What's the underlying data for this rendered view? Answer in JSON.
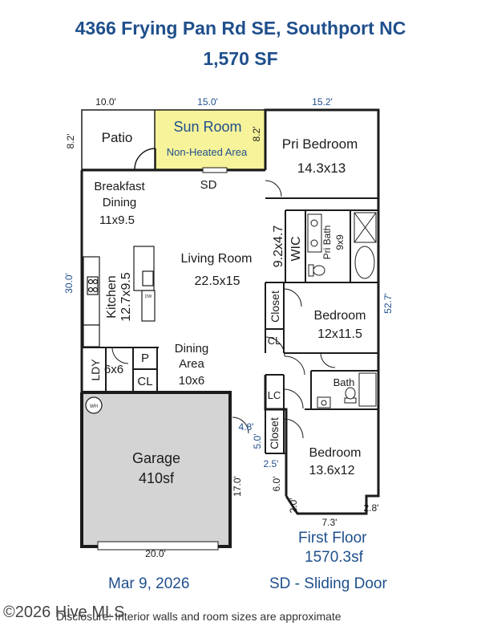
{
  "header": {
    "address": "4366 Frying Pan Rd SE, Southport NC",
    "area": "1,570 SF"
  },
  "rooms": {
    "patio": "Patio",
    "sun_room": "Sun Room",
    "sun_room_note": "Non-Heated Area",
    "pri_bedroom": "Pri Bedroom",
    "pri_bedroom_size": "14.3x13",
    "sd": "SD",
    "breakfast_1": "Breakfast",
    "breakfast_2": "Dining",
    "breakfast_size": "11x9.5",
    "living": "Living Room",
    "living_size": "22.5x15",
    "kitchen": "Kitchen",
    "kitchen_size": "12.7x9.5",
    "dw": "DW",
    "wic_size": "9.2x4.7",
    "wic": "WIC",
    "pri_bath": "Pri Bath",
    "pri_bath_size": "9x9",
    "closet_1": "Closet",
    "cl_1": "CL",
    "bedroom2": "Bedroom",
    "bedroom2_size": "12x11.5",
    "ldy": "LDY",
    "ldy_size": "6x6",
    "pantry": "P",
    "cl_2": "CL",
    "dining_area_1": "Dining",
    "dining_area_2": "Area",
    "dining_area_size": "10x6",
    "bath": "Bath",
    "lc": "LC",
    "closet_2": "Closet",
    "wh": "WH",
    "garage": "Garage",
    "garage_size": "410sf",
    "bedroom3": "Bedroom",
    "bedroom3_size": "13.6x12"
  },
  "dimensions": {
    "d_10_0": "10.0'",
    "d_15_0": "15.0'",
    "d_15_2": "15.2'",
    "d_8_2_left": "8.2'",
    "d_8_2_sun": "8.2'",
    "d_30_0": "30.0'",
    "d_52_7": "52.7'",
    "d_4_8": "4.8'",
    "d_5_0": "5.0'",
    "d_2_5": "2.5'",
    "d_17_0": "17.0'",
    "d_6_0": "6.0'",
    "d_2_0": "2.0'",
    "d_7_3": "7.3'",
    "d_2_8": "2.8'",
    "d_20_0": "20.0'"
  },
  "footer": {
    "floor": "First Floor",
    "floor_area": "1570.3sf",
    "date": "Mar 9, 2026",
    "sd_legend": "SD - Sliding Door",
    "disclaimer": "Disclosure: Interior walls and room sizes are approximate",
    "watermark": "©2026 Hive MLS"
  },
  "colors": {
    "wall": "#1b1b1b",
    "title_blue": "#1f4f8c",
    "sun_room_fill": "#f7f39a",
    "garage_fill": "#d4d4d4"
  }
}
